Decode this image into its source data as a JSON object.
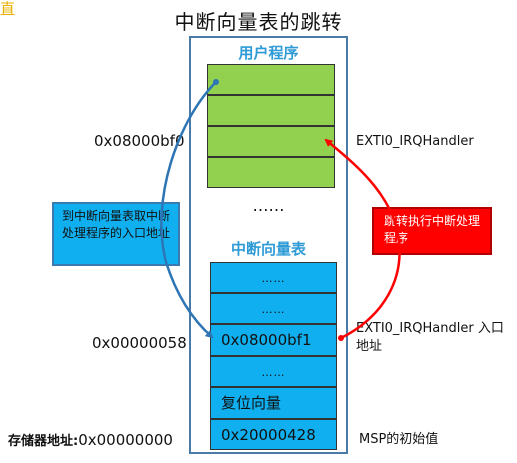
{
  "corner_char": "直",
  "title": "中断向量表的跳转",
  "user_program": {
    "label": "用户程序"
  },
  "middle_dots": "……",
  "vector_table": {
    "label": "中断向量表",
    "rows": [
      {
        "text": "……"
      },
      {
        "text": "……"
      },
      {
        "text": "0x08000bf1"
      },
      {
        "text": "……"
      },
      {
        "text": "复位向量"
      },
      {
        "text": "0x20000428"
      }
    ]
  },
  "left_labels": {
    "user_addr": "0x08000bf0",
    "vector_addr": "0x00000058",
    "base_prefix": "存储器地址:",
    "base_addr": "0x00000000"
  },
  "right_labels": {
    "handler": "EXTI0_IRQHandler",
    "vector_entry": "EXTI0_IRQHandler 入口地址",
    "msp": "MSP的初始值"
  },
  "callouts": {
    "fetch": "到中断向量表取中断处理程序的入口地址",
    "jump": "跳转执行中断处理程序"
  },
  "colors": {
    "user_program": "#92d050",
    "vector_table": "#10b0f0",
    "blue_arrow": "#2e75b6",
    "red_arrow": "#ff0000"
  }
}
